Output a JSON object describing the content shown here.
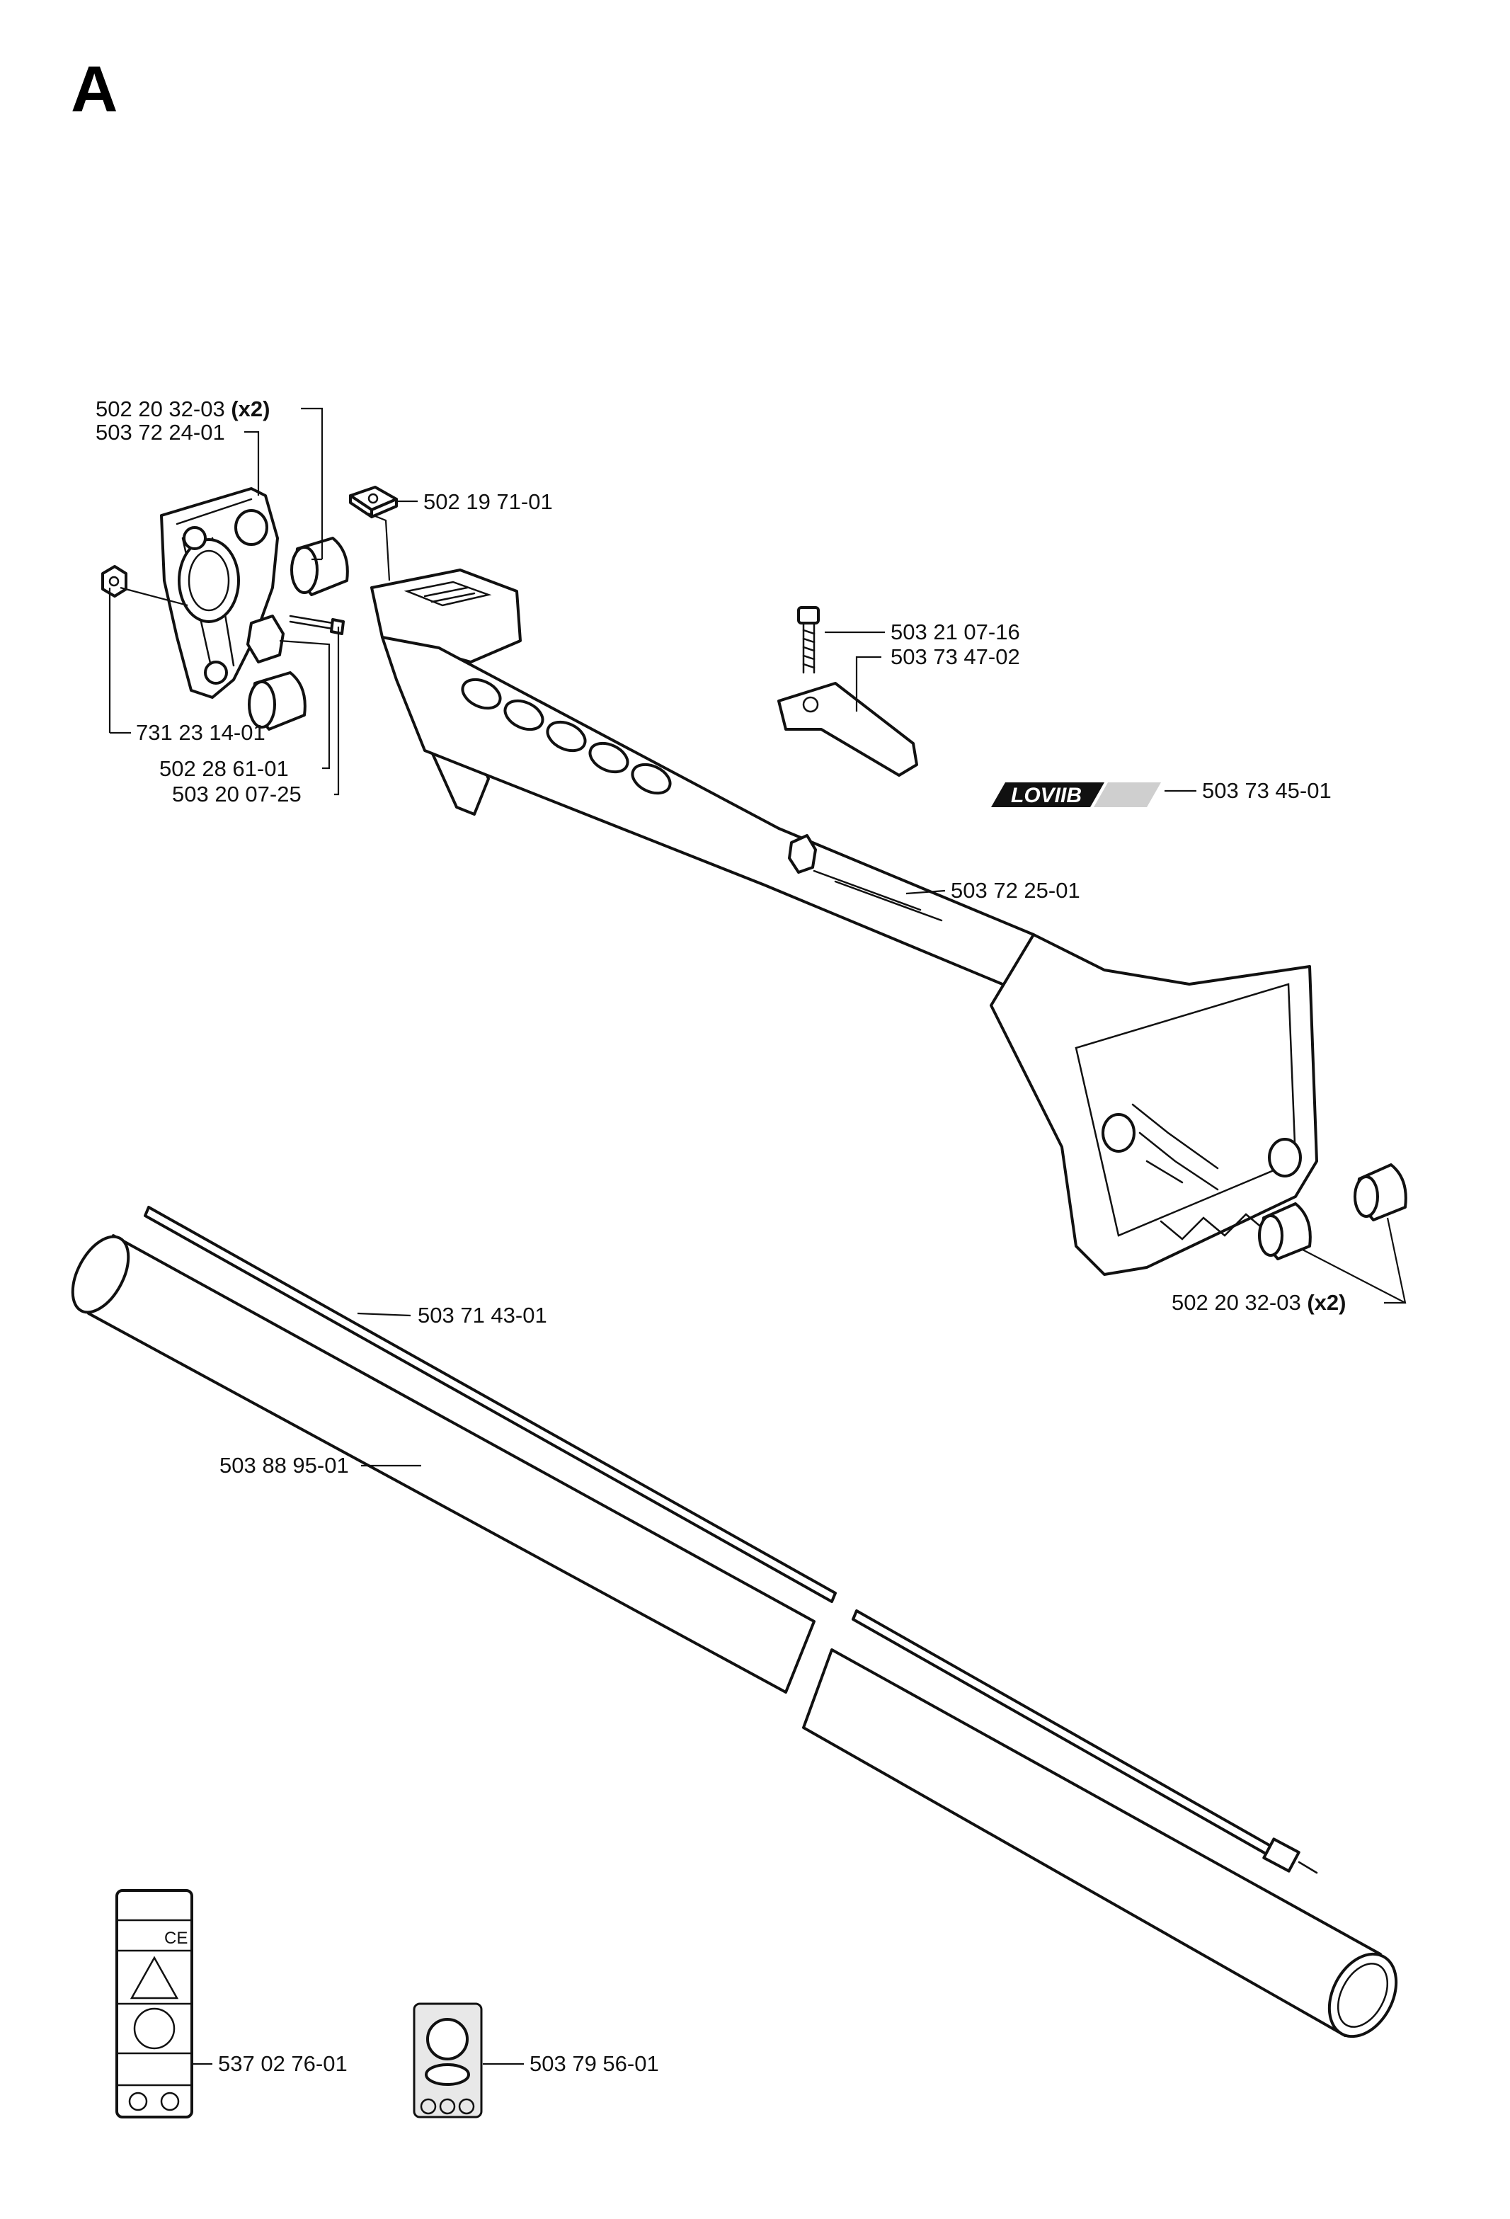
{
  "section_letter": "A",
  "part_numbers": {
    "p_502203203_top": {
      "number": "502 20 32-03",
      "qty": "(x2)"
    },
    "p_503722401": {
      "number": "503 72 24-01"
    },
    "p_502197101": {
      "number": "502 19 71-01"
    },
    "p_503210716": {
      "number": "503 21 07-16"
    },
    "p_503734702": {
      "number": "503 73 47-02"
    },
    "p_503734501": {
      "number": "503 73 45-01"
    },
    "p_731231401": {
      "number": "731 23 14-01"
    },
    "p_502286101": {
      "number": "502 28 61-01"
    },
    "p_503200725": {
      "number": "503 20 07-25"
    },
    "p_503722501": {
      "number": "503 72 25-01"
    },
    "p_502203203_bottom": {
      "number": "502 20 32-03",
      "qty": "(x2)"
    },
    "p_503714301": {
      "number": "503 71 43-01"
    },
    "p_503889501": {
      "number": "503 88 95-01"
    },
    "p_537027601": {
      "number": "537 02 76-01"
    },
    "p_503795601": {
      "number": "503 79 56-01"
    }
  },
  "decal": {
    "brand_text": "LOVIIB",
    "color": "#111111"
  },
  "label_sticker": {
    "text_ce": "CE"
  }
}
